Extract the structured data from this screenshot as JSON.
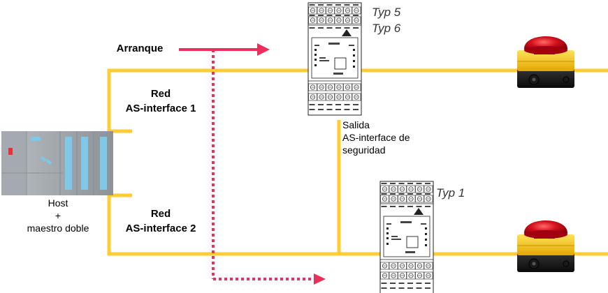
{
  "labels": {
    "start": "Arranque",
    "net1_line1": "Red",
    "net1_line2": "AS-interface 1",
    "net2_line1": "Red",
    "net2_line2": "AS-interface 2",
    "host_line1": "Host",
    "host_line2": "+",
    "host_line3": "maestro doble",
    "output_line1": "Salida",
    "output_line2": "AS-interface de",
    "output_line3": "seguridad",
    "type5": "Typ 5",
    "type6": "Typ 6",
    "type1": "Typ 1"
  },
  "colors": {
    "bus": "#FFCC33",
    "signal": "#E8305A",
    "host_body": "#9AA0A6",
    "host_accent": "#7FC8E8",
    "host_led": "#E8303A",
    "button_red": "#D4101C",
    "button_base_yellow": "#F2C200",
    "module_outline": "#222222"
  },
  "icons": {
    "host": "plc-host-icon",
    "module": "safety-monitor-module-icon",
    "estop": "emergency-stop-button-icon"
  }
}
